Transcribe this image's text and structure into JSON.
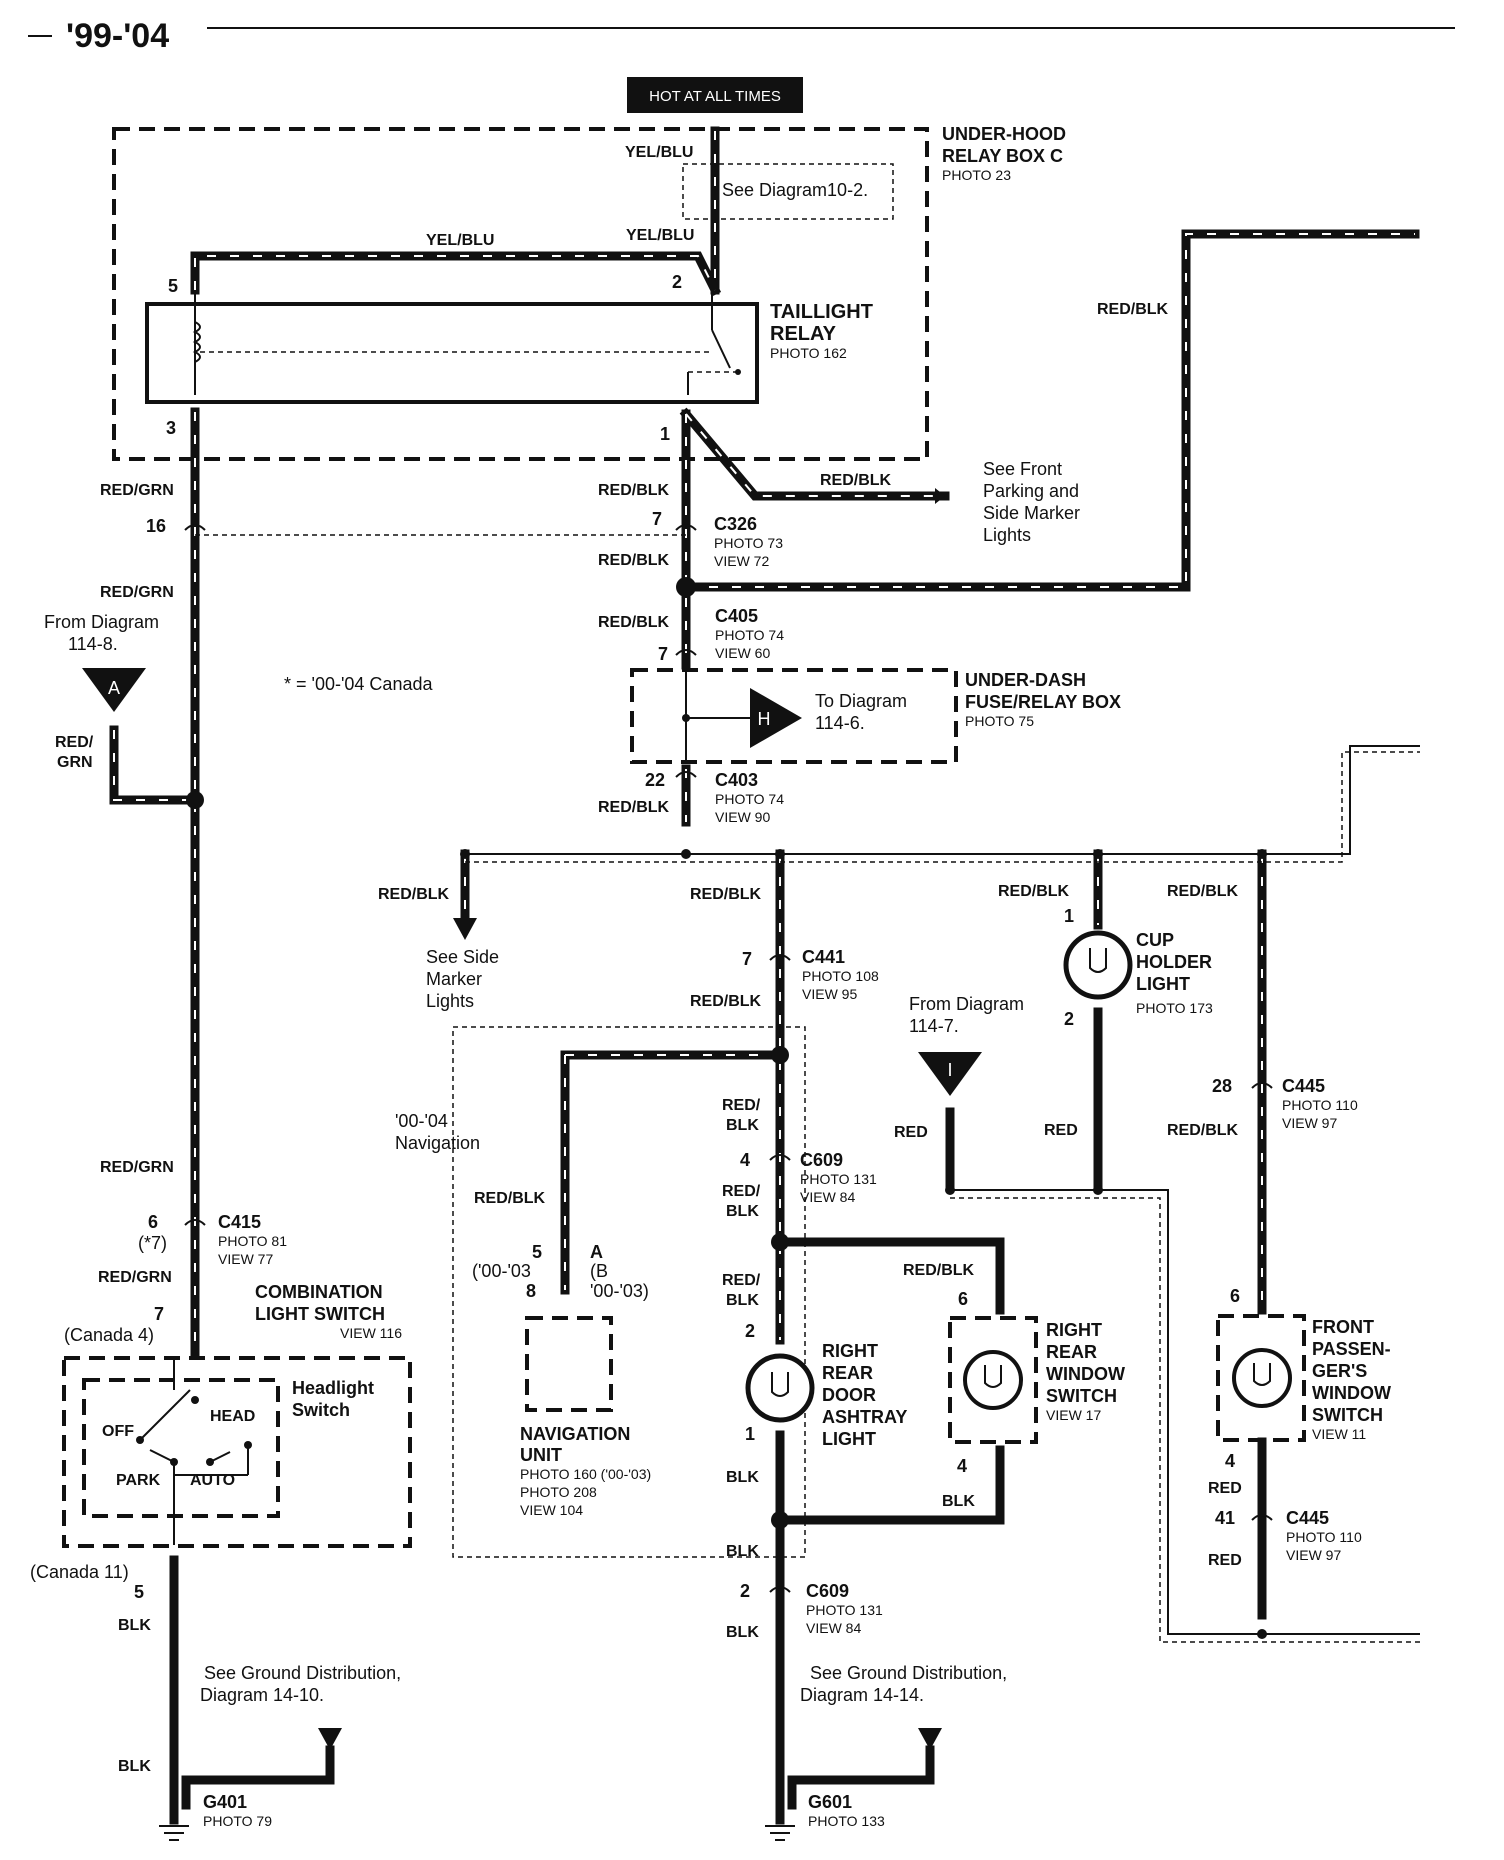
{
  "header": {
    "year_range": "'99-'04"
  },
  "hot_label": "HOT AT ALL TIMES",
  "colors": {
    "wire": "#111111",
    "background": "#ffffff",
    "hot_bg": "#111111"
  },
  "components": {
    "relay_box_c": {
      "name1": "UNDER-HOOD",
      "name2": "RELAY BOX C",
      "photo": "PHOTO 23"
    },
    "see_diagram_10_2": "See Diagram10-2.",
    "taillight_relay": {
      "name1": "TAILLIGHT",
      "name2": "RELAY",
      "photo": "PHOTO 162"
    },
    "front_parking_ref": [
      "See Front",
      "Parking and",
      "Side Marker",
      "Lights"
    ],
    "from_diag_114_8": [
      "From Diagram",
      "114-8."
    ],
    "canada_note": "* = '00-'04 Canada",
    "under_dash_box": {
      "name1": "UNDER-DASH",
      "name2": "FUSE/RELAY BOX",
      "photo": "PHOTO 75"
    },
    "to_diag_114_6": [
      "To Diagram",
      "114-6."
    ],
    "side_marker_ref": [
      "See Side",
      "Marker",
      "Lights"
    ],
    "cup_holder": {
      "name1": "CUP",
      "name2": "HOLDER",
      "name3": "LIGHT",
      "photo": "PHOTO 173"
    },
    "from_diag_114_7": [
      "From Diagram",
      "114-7."
    ],
    "navigation_option": [
      "'00-'04",
      "Navigation"
    ],
    "navigation_unit": {
      "name1": "NAVIGATION",
      "name2": "UNIT",
      "photo1": "PHOTO 160 ('00-'03)",
      "photo2": "PHOTO 208",
      "view": "VIEW 104"
    },
    "combination_switch": {
      "name1": "COMBINATION",
      "name2": "LIGHT SWITCH",
      "view": "VIEW 116"
    },
    "headlight_switch": {
      "name1": "Headlight",
      "name2": "Switch",
      "pos_off": "OFF",
      "pos_head": "HEAD",
      "pos_park": "PARK",
      "pos_auto": "AUTO"
    },
    "rr_ashtray": {
      "name1": "RIGHT",
      "name2": "REAR",
      "name3": "DOOR",
      "name4": "ASHTRAY",
      "name5": "LIGHT"
    },
    "rr_window": {
      "name1": "RIGHT",
      "name2": "REAR",
      "name3": "WINDOW",
      "name4": "SWITCH",
      "view": "VIEW 17"
    },
    "fp_window": {
      "name1": "FRONT",
      "name2": "PASSEN-",
      "name3": "GER'S",
      "name4": "WINDOW",
      "name5": "SWITCH",
      "view": "VIEW 11"
    },
    "ground_ref_1": [
      "See Ground Distribution,",
      "Diagram 14-10."
    ],
    "ground_ref_2": [
      "See Ground Distribution,",
      "Diagram  14-14."
    ],
    "g401": {
      "name": "G401",
      "photo": "PHOTO 79"
    },
    "g601": {
      "name": "G601",
      "photo": "PHOTO 133"
    }
  },
  "connectors": {
    "c326": {
      "name": "C326",
      "photo": "PHOTO 73",
      "view": "VIEW 72"
    },
    "c405": {
      "name": "C405",
      "photo": "PHOTO 74",
      "view": "VIEW 60"
    },
    "c403": {
      "name": "C403",
      "photo": "PHOTO 74",
      "view": "VIEW 90"
    },
    "c441": {
      "name": "C441",
      "photo": "PHOTO 108",
      "view": "VIEW 95"
    },
    "c609a": {
      "name": "C609",
      "photo": "PHOTO 131",
      "view": "VIEW 84"
    },
    "c609b": {
      "name": "C609",
      "photo": "PHOTO 131",
      "view": "VIEW 84"
    },
    "c445a": {
      "name": "C445",
      "photo": "PHOTO 110",
      "view": "VIEW 97"
    },
    "c445b": {
      "name": "C445",
      "photo": "PHOTO 110",
      "view": "VIEW 97"
    },
    "c415": {
      "name": "C415",
      "photo": "PHOTO 81",
      "view": "VIEW 77"
    }
  },
  "connector_ids": {
    "a": "A",
    "h": "H",
    "i": "I"
  },
  "wire_colors": {
    "yel_blu": "YEL/BLU",
    "red_blk": "RED/BLK",
    "red_grn": "RED/GRN",
    "red_slash": "RED/",
    "grn": "GRN",
    "blk": "BLK",
    "red": "RED"
  },
  "pins": {
    "p5": "5",
    "p2": "2",
    "p3": "3",
    "p1": "1",
    "p16": "16",
    "p7": "7",
    "p22": "22",
    "p4": "4",
    "p6": "6",
    "p28": "28",
    "p41": "41",
    "p8": "8",
    "star7": "(*7)",
    "canada4": "(Canada 4)",
    "canada11": "(Canada 11)",
    "nav_0003": "('00-'03",
    "nav_b": "(B",
    "nav_b2": "'00-'03)"
  }
}
